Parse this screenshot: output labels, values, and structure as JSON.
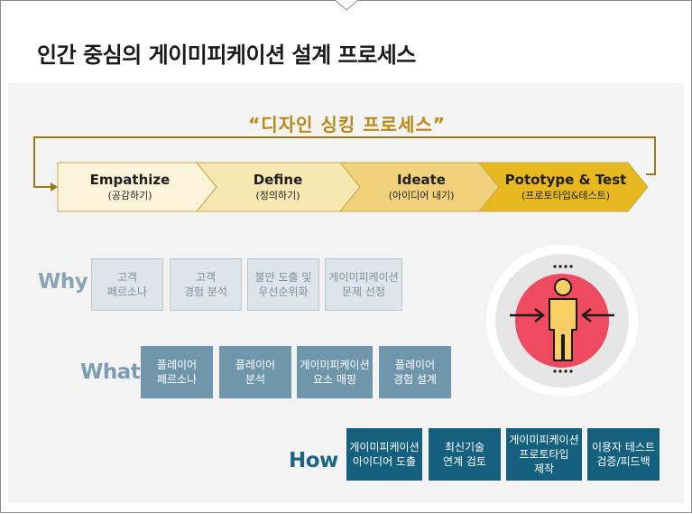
{
  "title": "인간 중심의 게이미피케이션 설계 프로세스",
  "subtitle": "“디자인 싱킹 프로세스”",
  "stages": [
    {
      "en": "Empathize",
      "ko": "(공감하기)",
      "color": "#fbf3da"
    },
    {
      "en": "Define",
      "ko": "(정의하기)",
      "color": "#f7e7b0"
    },
    {
      "en": "Ideate",
      "ko": "(아이디어 내기)",
      "color": "#f1d27c"
    },
    {
      "en": "Pototype & Test",
      "ko": "(프로토타입&테스트)",
      "color": "#e7b81f"
    }
  ],
  "rows": {
    "why": {
      "label": "Why",
      "items": [
        "고객\n페르소나",
        "고객\n경험 분석",
        "불만 도출 및\n우선순위화",
        "게이미피케이션\n문제 선정"
      ]
    },
    "what": {
      "label": "What",
      "items": [
        "플레이어\n페르소나",
        "플레이어\n분석",
        "게이미피케이션\n요소 매핑",
        "플레이어\n경험 설계"
      ]
    },
    "how": {
      "label": "How",
      "items": [
        "게이미피케이션\n아이디어 도출",
        "최신기술\n연계 검토",
        "게이미피케이션\n프로토타입\n제작",
        "이용자 테스트\n검증/피드백"
      ]
    }
  },
  "colors": {
    "why_label": "#8aa3b3",
    "what_label": "#7a9db3",
    "how_label": "#1b6585",
    "accent": "#b78a13"
  }
}
